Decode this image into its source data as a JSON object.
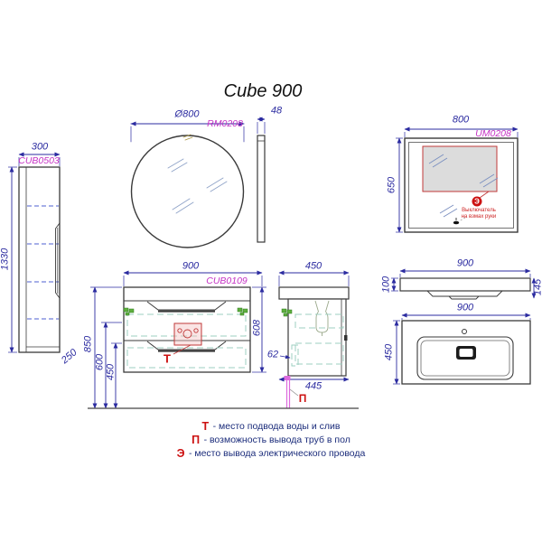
{
  "title": "Cube 900",
  "colors": {
    "dimension": "#2b2ba0",
    "code": "#c431c4",
    "red": "#cc1111",
    "teal_dash": "#9ccfc0",
    "shelf_dash": "#4c5fd0",
    "hinge_green": "#55a035",
    "pipe_magenta": "#dd6add",
    "panel_gray": "#dcdcdc"
  },
  "mirror": {
    "diameter": "Ø800",
    "code": "RM0208",
    "thickness": "48"
  },
  "tall_cabinet": {
    "width": "300",
    "code": "CUB0503",
    "height": "1330",
    "depth": "250"
  },
  "vanity_front": {
    "width": "900",
    "code": "CUB0109",
    "height_floor": "850",
    "height_mid": "600",
    "height_low": "450",
    "body_height": "608",
    "water_label": "Т"
  },
  "vanity_side": {
    "depth": "450",
    "body_depth": "445",
    "drain_offset": "62",
    "floor_pipe_label": "П"
  },
  "mirror_cabinet": {
    "width": "800",
    "height": "650",
    "code": "UM0208",
    "electric_label": "Э",
    "note_line1": "Выключатель",
    "note_line2": "на взмах руки"
  },
  "sink": {
    "front_width": "900",
    "front_height": "100",
    "front_edge": "145",
    "top_width": "900",
    "top_depth": "450"
  },
  "legend": [
    {
      "symbol": "Т",
      "text": "- место подвода воды и слив"
    },
    {
      "symbol": "П",
      "text": "- возможность вывода труб в пол"
    },
    {
      "symbol": "Э",
      "text": "- место вывода электрического провода"
    }
  ]
}
